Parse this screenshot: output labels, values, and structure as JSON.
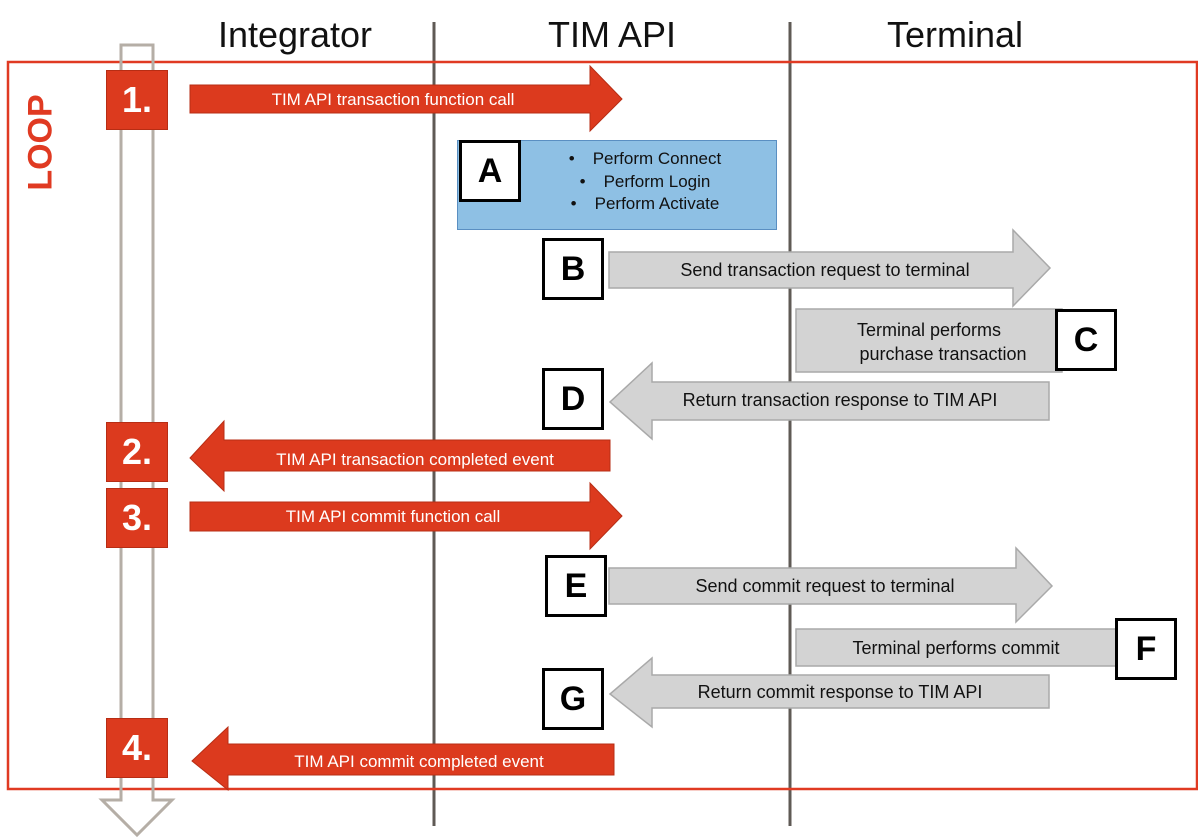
{
  "columns": {
    "integrator": "Integrator",
    "tim_api": "TIM API",
    "terminal": "Terminal"
  },
  "loop_label": "LOOP",
  "steps": [
    {
      "number": "1.",
      "label": "TIM API transaction function call",
      "direction": "right"
    },
    {
      "number": "2.",
      "label": "TIM API transaction completed event",
      "direction": "left"
    },
    {
      "number": "3.",
      "label": "TIM API commit function call",
      "direction": "right"
    },
    {
      "number": "4.",
      "label": "TIM API commit completed event",
      "direction": "left"
    }
  ],
  "block_a": {
    "letter": "A",
    "items": [
      "Perform Connect",
      "Perform Login",
      "Perform Activate"
    ]
  },
  "substeps": [
    {
      "letter": "B",
      "label": "Send transaction request to terminal",
      "direction": "right"
    },
    {
      "letter": "C",
      "line1": "Terminal performs",
      "line2": "purchase transaction"
    },
    {
      "letter": "D",
      "label": "Return transaction response to TIM API",
      "direction": "left"
    },
    {
      "letter": "E",
      "label": "Send commit request to terminal",
      "direction": "right"
    },
    {
      "letter": "F",
      "label": "Terminal performs commit"
    },
    {
      "letter": "G",
      "label": "Return commit response to TIM API",
      "direction": "left"
    }
  ],
  "colors": {
    "loop_border": "#e03a22",
    "red_arrow": "#dc3a1e",
    "grey_arrow": "#d3d3d3",
    "blue_box": "#8ec0e4",
    "lane_line": "#5f5a55"
  }
}
